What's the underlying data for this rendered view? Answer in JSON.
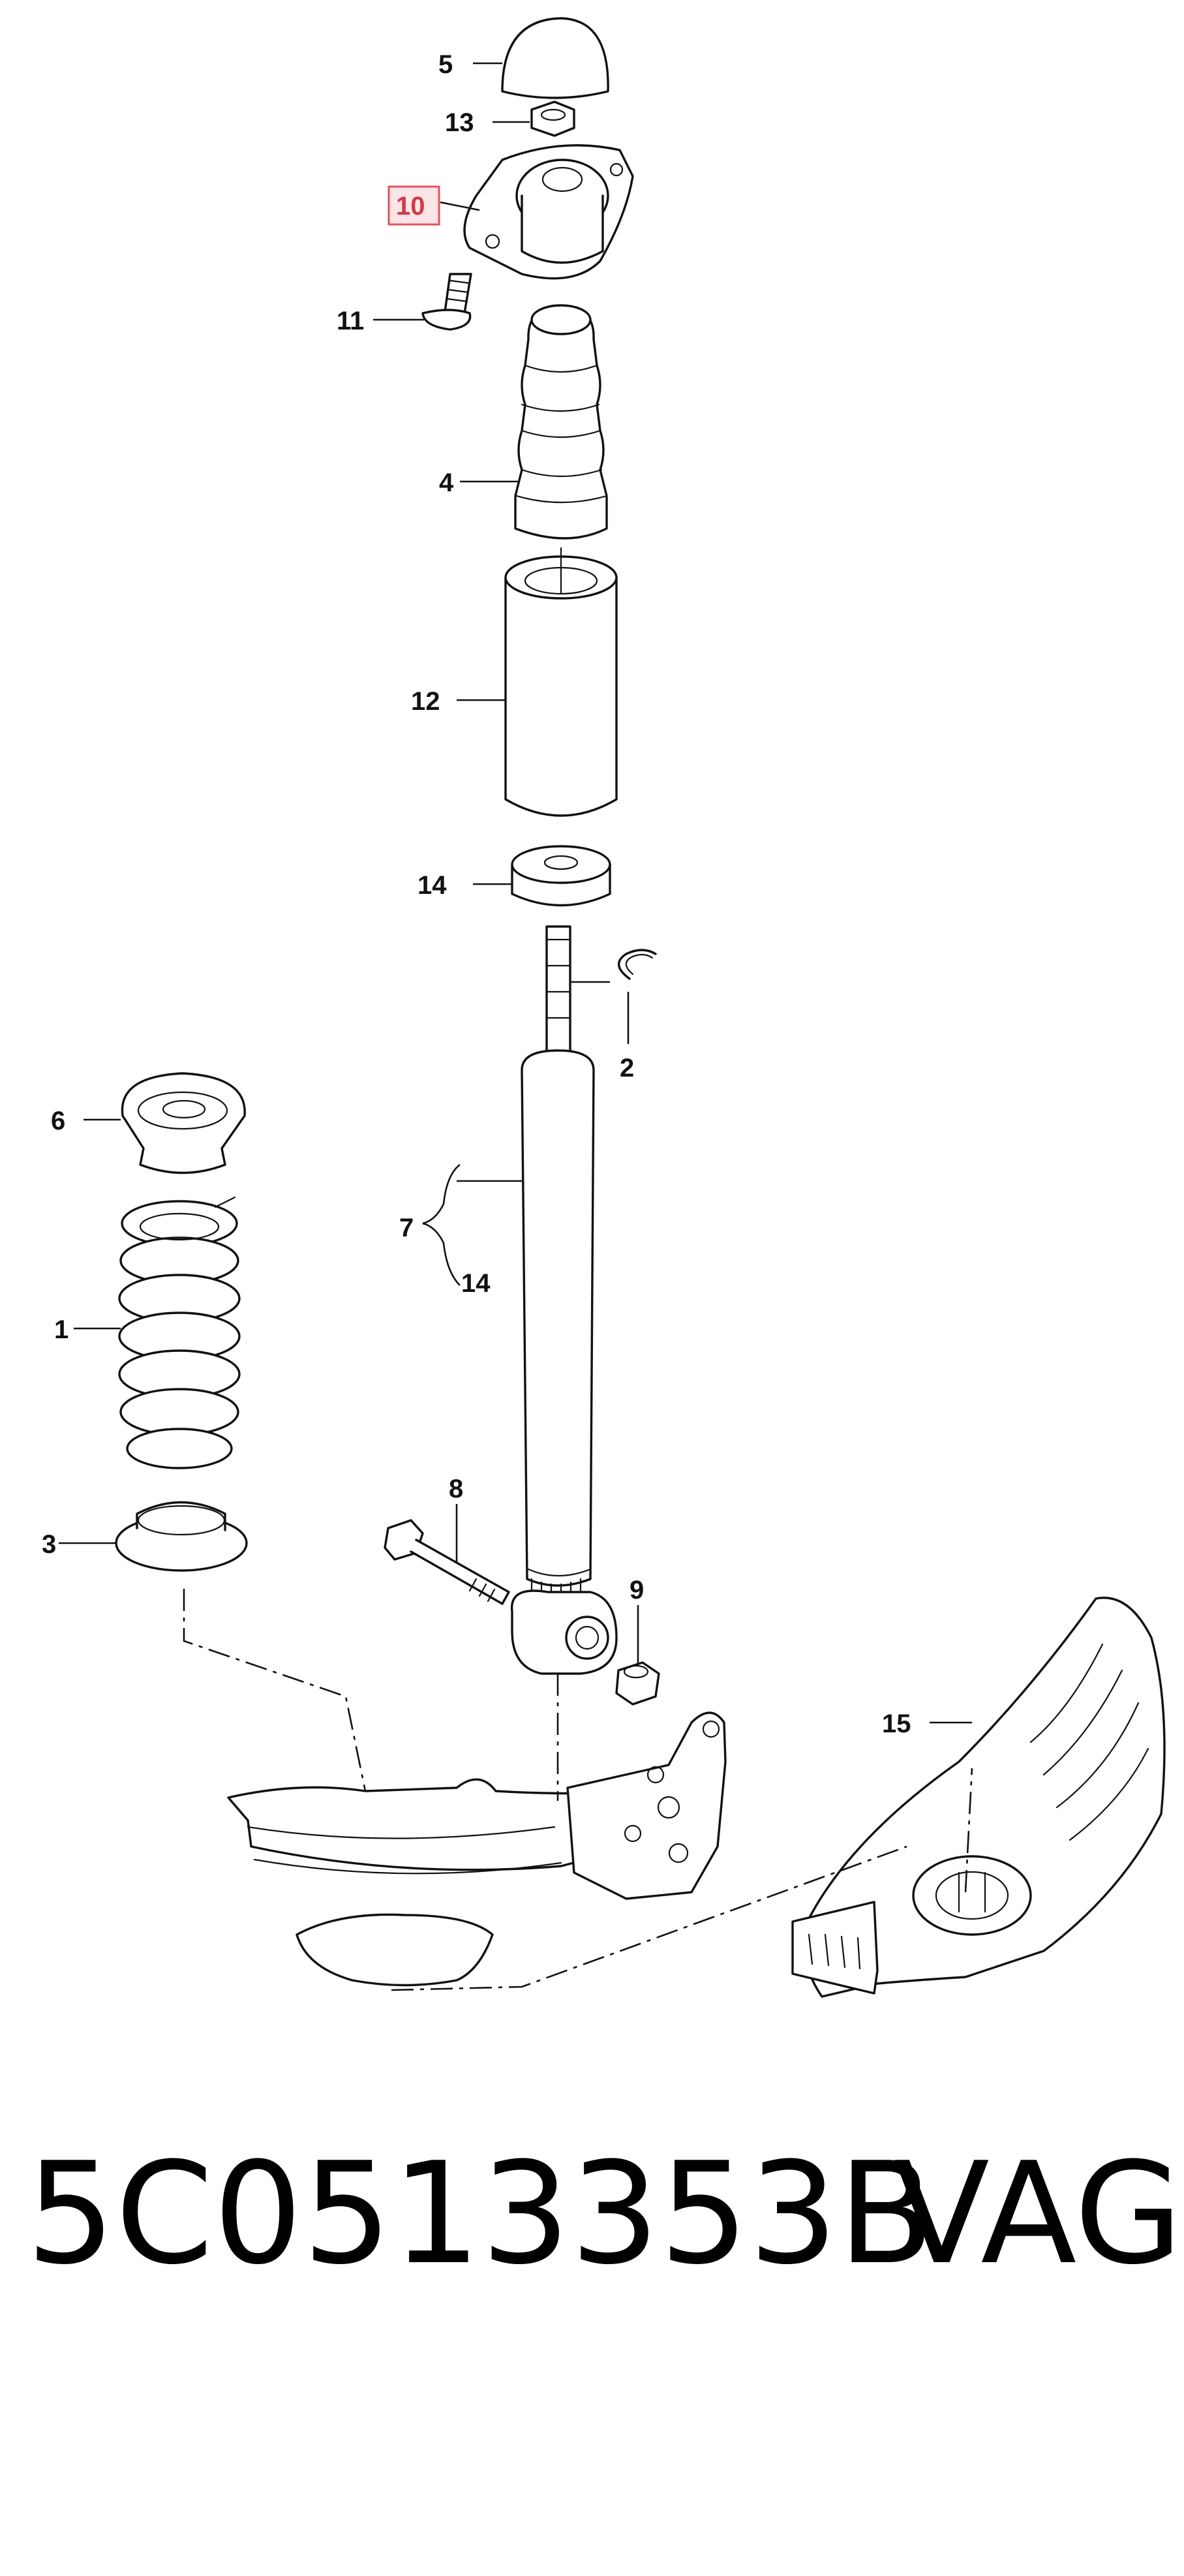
{
  "callouts": {
    "c1": "1",
    "c2": "2",
    "c3": "3",
    "c4": "4",
    "c5": "5",
    "c6": "6",
    "c7": "7",
    "c8": "8",
    "c9": "9",
    "c10": "10",
    "c11": "11",
    "c12": "12",
    "c13": "13",
    "c14a": "14",
    "c14b": "14",
    "c15": "15"
  },
  "highlighted_callout": "10",
  "colors": {
    "highlight_fill": "#fde4e6",
    "highlight_border": "#e0525f",
    "highlight_text": "#d03a48"
  },
  "footer": {
    "part_number": "5C0513353B",
    "brand": "VAG"
  }
}
